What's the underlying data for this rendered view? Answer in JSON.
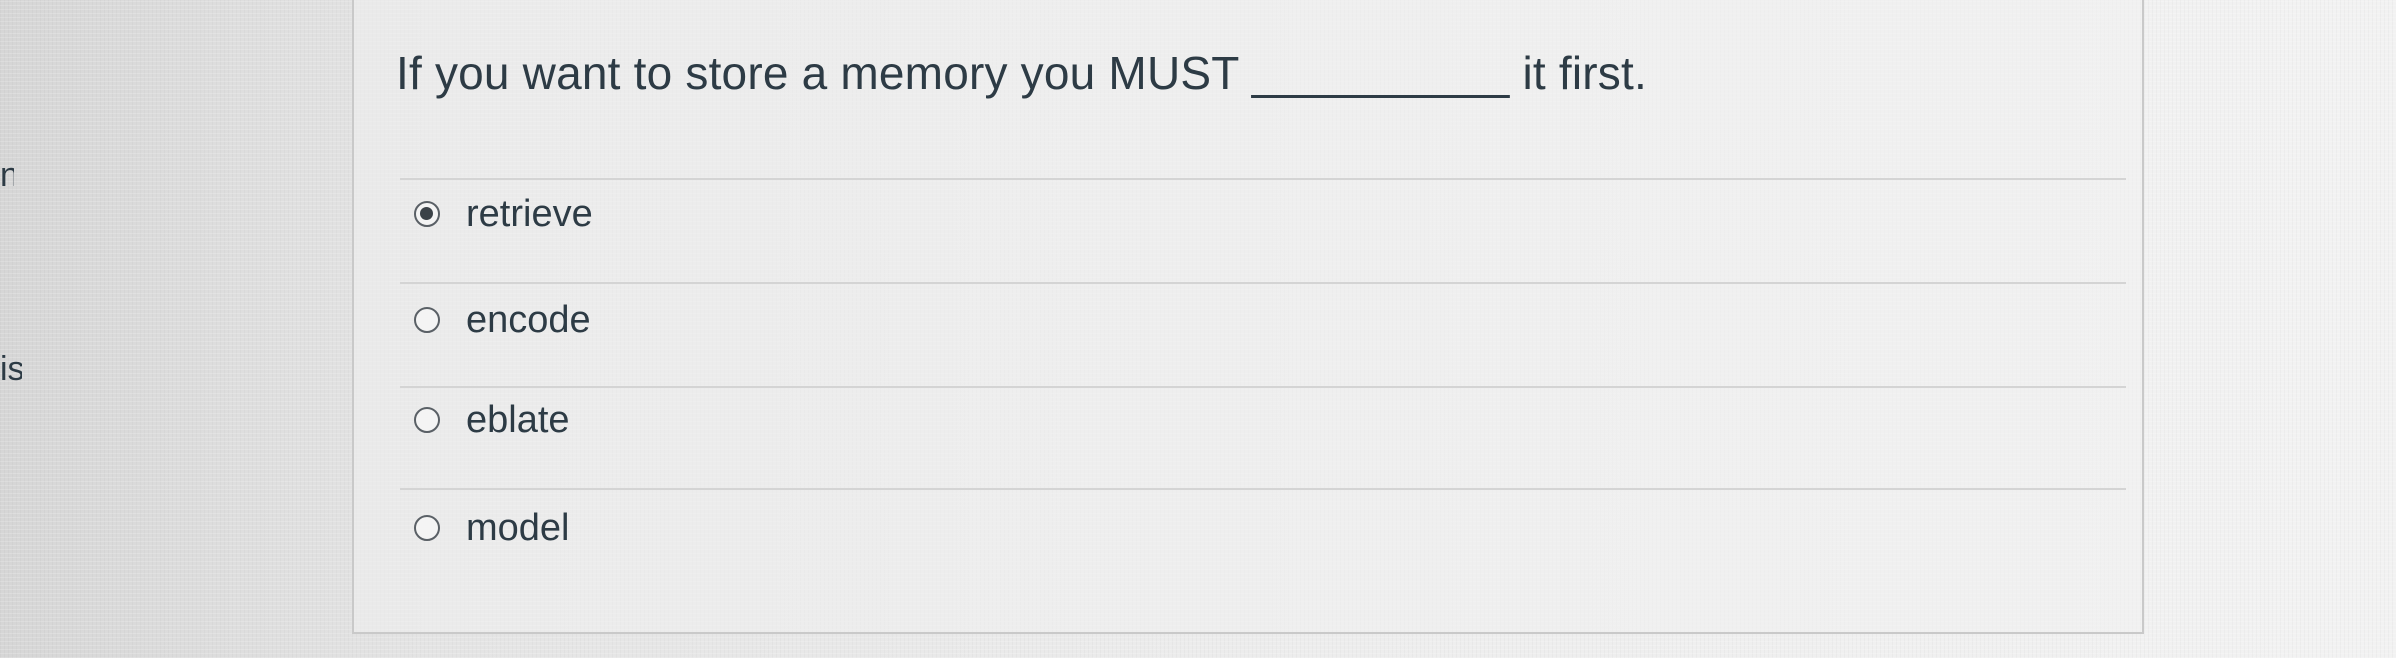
{
  "side": {
    "fragment_top": "n",
    "fragment_bottom": "is"
  },
  "question": {
    "text": "If you want to store a memory you MUST __________ it first."
  },
  "answers": [
    {
      "label": "retrieve",
      "selected": true
    },
    {
      "label": "encode",
      "selected": false
    },
    {
      "label": "eblate",
      "selected": false
    },
    {
      "label": "model",
      "selected": false
    }
  ]
}
